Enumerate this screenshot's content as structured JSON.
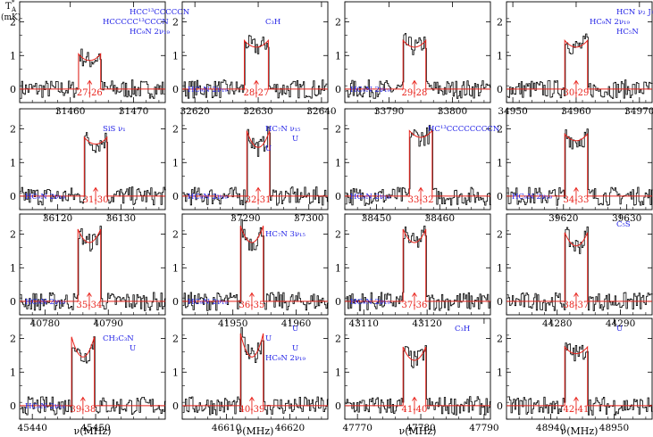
{
  "figure": {
    "y_unit_symbol": "T",
    "y_unit_subscript": "A",
    "y_unit_star": "*",
    "y_unit": "(mK)",
    "x_axis_label": "ν(MHz)"
  },
  "colors": {
    "data": "#000000",
    "model": "#e8221b",
    "annotation": "#1e1ee6",
    "model_label": "#e8221b"
  },
  "chart_data": [
    {
      "type": "line",
      "panel": 1,
      "model_label": "27-26",
      "xlim": [
        31452,
        31475
      ],
      "xticks": [
        31460,
        31470
      ],
      "ylim": [
        -0.4,
        2.6
      ],
      "yticks": [
        0,
        1,
        2
      ],
      "model": {
        "x0": 31461.3,
        "x1": 31464.8,
        "edge": 1.05,
        "center": 0.85
      },
      "annotations": [
        "HCC¹³CCCCCN",
        "HCCCCC¹³CCCN",
        "HC₉N 2ν₁₉"
      ]
    },
    {
      "type": "line",
      "panel": 2,
      "model_label": "28-27",
      "xlim": [
        32618,
        32641
      ],
      "xticks": [
        32620,
        32630,
        32640
      ],
      "ylim": [
        -0.4,
        2.6
      ],
      "yticks": [
        0,
        1,
        2
      ],
      "model": {
        "x0": 32627.8,
        "x1": 32631.6,
        "edge": 1.45,
        "center": 1.25
      },
      "annotations": [
        "HC₉N 2ν₁₉",
        "C₃H"
      ]
    },
    {
      "type": "line",
      "panel": 3,
      "model_label": "29-28",
      "xlim": [
        33783,
        33806
      ],
      "xticks": [
        33790,
        33800
      ],
      "ylim": [
        -0.4,
        2.6
      ],
      "yticks": [
        0,
        1,
        2
      ],
      "model": {
        "x0": 33792.2,
        "x1": 33795.8,
        "edge": 1.45,
        "center": 1.25
      },
      "annotations": [
        "HC₉N 2ν₁₉"
      ]
    },
    {
      "type": "line",
      "panel": 4,
      "model_label": "30-29",
      "xlim": [
        34949,
        34972
      ],
      "xticks": [
        34950,
        34960,
        34970
      ],
      "ylim": [
        -0.4,
        2.6
      ],
      "yticks": [
        0,
        1,
        2
      ],
      "model": {
        "x0": 34958.2,
        "x1": 34961.8,
        "edge": 1.45,
        "center": 1.25
      },
      "annotations": [
        "HCN ν₂ J=12",
        "HC₉N 2ν₁₉",
        "HC₅N"
      ]
    },
    {
      "type": "line",
      "panel": 5,
      "model_label": "31-30",
      "xlim": [
        36114,
        36137
      ],
      "xticks": [
        36120,
        36130
      ],
      "ylim": [
        -0.4,
        2.6
      ],
      "yticks": [
        0,
        1,
        2
      ],
      "model": {
        "x0": 36124.2,
        "x1": 36127.8,
        "edge": 1.75,
        "center": 1.55
      },
      "annotations": [
        "HC₉N 2ν₁₉",
        "SiS ν₁"
      ]
    },
    {
      "type": "line",
      "panel": 6,
      "model_label": "32-31",
      "xlim": [
        37280,
        37303
      ],
      "xticks": [
        37290,
        37300
      ],
      "ylim": [
        -0.4,
        2.6
      ],
      "yticks": [
        0,
        1,
        2
      ],
      "model": {
        "x0": 37290.2,
        "x1": 37293.8,
        "edge": 1.95,
        "center": 1.45
      },
      "annotations": [
        "HC₉N 2ν₁₉",
        "HC₇N ν₁₅",
        "U",
        "U"
      ]
    },
    {
      "type": "line",
      "panel": 7,
      "model_label": "33-32",
      "xlim": [
        38445,
        38468
      ],
      "xticks": [
        38450,
        38460
      ],
      "ylim": [
        -0.4,
        2.6
      ],
      "yticks": [
        0,
        1,
        2
      ],
      "model": {
        "x0": 38455.2,
        "x1": 38458.8,
        "edge": 1.95,
        "center": 1.75
      },
      "annotations": [
        "HC₉N 2ν₁₉",
        "HC¹³CCCCCCCCN"
      ]
    },
    {
      "type": "line",
      "panel": 8,
      "model_label": "34-33",
      "xlim": [
        39611,
        39634
      ],
      "xticks": [
        39620,
        39630
      ],
      "ylim": [
        -0.4,
        2.6
      ],
      "yticks": [
        0,
        1,
        2
      ],
      "model": {
        "x0": 39620.2,
        "x1": 39623.8,
        "edge": 1.85,
        "center": 1.65
      },
      "annotations": [
        "HC₉N 2ν₁₉"
      ]
    },
    {
      "type": "line",
      "panel": 9,
      "model_label": "35-34",
      "xlim": [
        40776,
        40799
      ],
      "xticks": [
        40780,
        40790
      ],
      "ylim": [
        -0.4,
        2.6
      ],
      "yticks": [
        0,
        1,
        2
      ],
      "model": {
        "x0": 40785.2,
        "x1": 40788.8,
        "edge": 2.15,
        "center": 1.75
      },
      "annotations": [
        "HC₉N 2ν₁₉"
      ]
    },
    {
      "type": "line",
      "panel": 10,
      "model_label": "36-35",
      "xlim": [
        41942,
        41965
      ],
      "xticks": [
        41950,
        41960
      ],
      "ylim": [
        -0.4,
        2.6
      ],
      "yticks": [
        0,
        1,
        2
      ],
      "model": {
        "x0": 41951.2,
        "x1": 41954.8,
        "edge": 2.25,
        "center": 1.75
      },
      "annotations": [
        "HC₉N 2ν₁₉",
        "HC₇N 3ν₁₅"
      ]
    },
    {
      "type": "line",
      "panel": 11,
      "model_label": "37-36",
      "xlim": [
        43107,
        43130
      ],
      "xticks": [
        43110,
        43120
      ],
      "ylim": [
        -0.4,
        2.6
      ],
      "yticks": [
        0,
        1,
        2
      ],
      "model": {
        "x0": 43116.2,
        "x1": 43119.8,
        "edge": 2.15,
        "center": 1.75
      },
      "annotations": [
        "HC₉N 2ν₁₉"
      ]
    },
    {
      "type": "line",
      "panel": 12,
      "model_label": "38-37",
      "xlim": [
        44272,
        44295
      ],
      "xticks": [
        44280,
        44290
      ],
      "ylim": [
        -0.4,
        2.6
      ],
      "yticks": [
        0,
        1,
        2
      ],
      "model": {
        "x0": 44281.2,
        "x1": 44284.8,
        "edge": 2.05,
        "center": 1.65
      },
      "annotations": [
        "C₅S"
      ]
    },
    {
      "type": "line",
      "panel": 13,
      "model_label": "39-38",
      "xlim": [
        45438,
        45461
      ],
      "xticks": [
        45440,
        45450
      ],
      "ylim": [
        -0.4,
        2.6
      ],
      "yticks": [
        0,
        1,
        2
      ],
      "model": {
        "x0": 45446.2,
        "x1": 45449.8,
        "edge": 2.05,
        "center": 1.45
      },
      "annotations": [
        "HC₉N 2ν₁₉",
        "CH₃C₃N",
        "U"
      ]
    },
    {
      "type": "line",
      "panel": 14,
      "model_label": "40-39",
      "xlim": [
        46603,
        46626
      ],
      "xticks": [
        46610,
        46620
      ],
      "ylim": [
        -0.4,
        2.6
      ],
      "yticks": [
        0,
        1,
        2
      ],
      "model": {
        "x0": 46612.2,
        "x1": 46615.8,
        "edge": 2.15,
        "center": 1.45
      },
      "annotations": [
        "U",
        "U",
        "U",
        "HC₉N 2ν₁₉"
      ]
    },
    {
      "type": "line",
      "panel": 15,
      "model_label": "41-40",
      "xlim": [
        47768,
        47791
      ],
      "xticks": [
        47770,
        47780,
        47790
      ],
      "ylim": [
        -0.4,
        2.6
      ],
      "yticks": [
        0,
        1,
        2
      ],
      "model": {
        "x0": 47777.2,
        "x1": 47780.8,
        "edge": 1.75,
        "center": 1.35
      },
      "annotations": [
        "C₃H"
      ]
    },
    {
      "type": "line",
      "panel": 16,
      "model_label": "42-41",
      "xlim": [
        48933,
        48956
      ],
      "xticks": [
        48940,
        48950
      ],
      "ylim": [
        -0.4,
        2.6
      ],
      "yticks": [
        0,
        1,
        2
      ],
      "model": {
        "x0": 48942.2,
        "x1": 48945.8,
        "edge": 1.75,
        "center": 1.55
      },
      "annotations": [
        "U"
      ]
    }
  ]
}
